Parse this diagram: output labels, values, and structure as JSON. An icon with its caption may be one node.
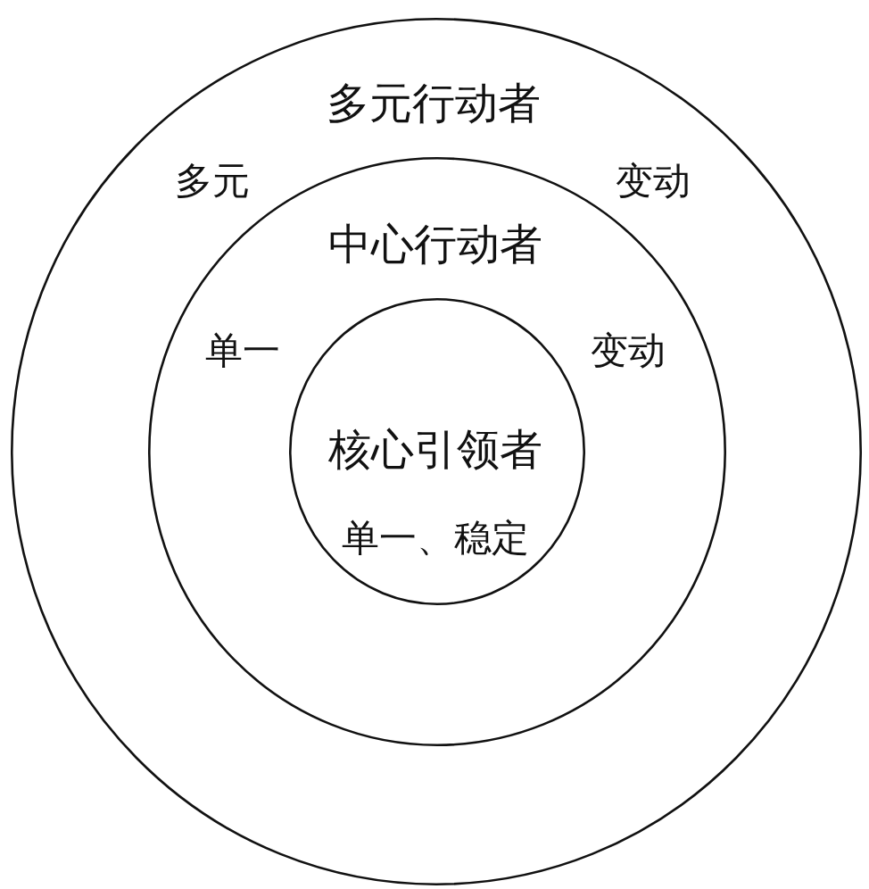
{
  "diagram": {
    "nodes": [
      {
        "text": [
          "多元行动者",
          "多元",
          "变动"
        ]
      },
      {
        "text": [
          "中心行动者",
          "单一",
          "变动"
        ],
        "in": 0
      },
      {
        "text": [
          "核心引领者",
          "单一、稳定"
        ],
        "in": 1
      }
    ]
  }
}
